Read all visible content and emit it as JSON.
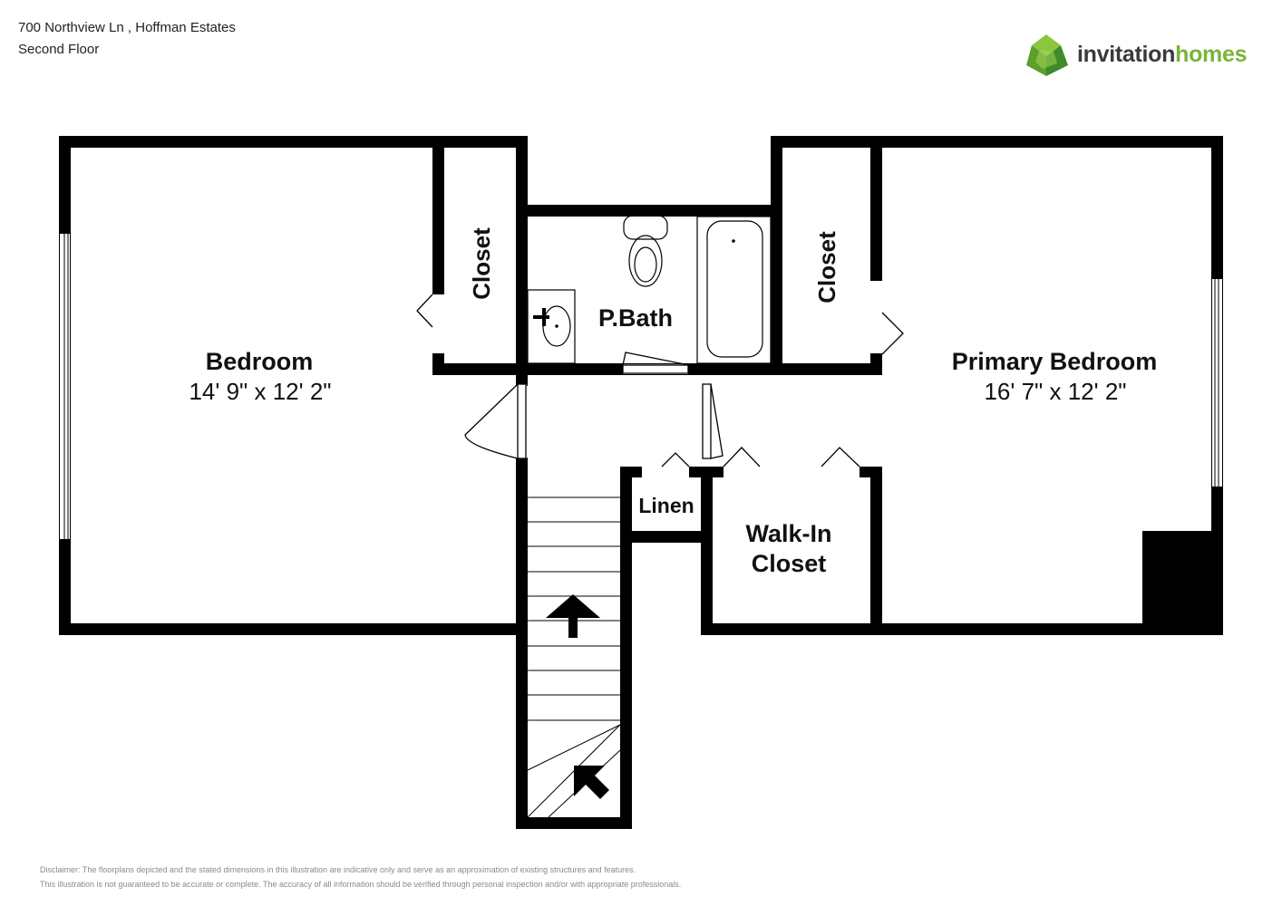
{
  "header": {
    "address": "700 Northview Ln , Hoffman Estates",
    "floor": "Second Floor"
  },
  "brand": {
    "part1": "invitation",
    "part2": "homes",
    "colors": {
      "green": "#7bb339",
      "dark_green": "#4e8f2a",
      "gray": "#3a3a3a"
    }
  },
  "rooms": {
    "bedroom": {
      "name": "Bedroom",
      "dims": "14' 9\" x 12' 2\""
    },
    "closet_left": {
      "name": "Closet"
    },
    "pbath": {
      "name": "P.Bath"
    },
    "closet_right": {
      "name": "Closet"
    },
    "primary": {
      "name": "Primary Bedroom",
      "dims": "16' 7\" x 12' 2\""
    },
    "linen": {
      "name": "Linen"
    },
    "walkin": {
      "line1": "Walk-In",
      "line2": "Closet"
    }
  },
  "disclaimer": {
    "line1": "Disclaimer: The floorplans depicted and the stated dimensions in this illustration are indicative only and serve as an approximation of existing structures and features.",
    "line2": "This illustration is not guaranteed to be accurate or complete. The accuracy of all information should be verified through personal inspection and/or with appropriate professionals."
  }
}
